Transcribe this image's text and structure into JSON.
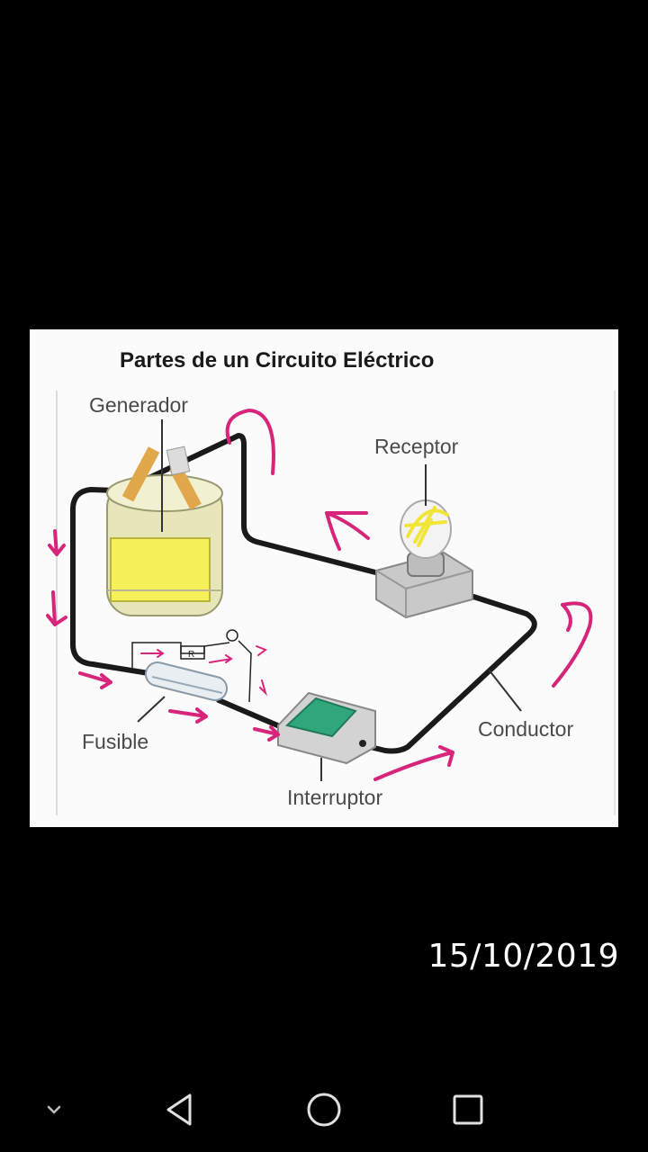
{
  "diagram": {
    "title": "Partes de un Circuito Eléctrico",
    "labels": {
      "generator": "Generador",
      "receiver": "Receptor",
      "fuse": "Fusible",
      "switch": "Interruptor",
      "conductor": "Conductor",
      "resistor_mark": "R"
    }
  },
  "date_stamp": "15/10/2019",
  "navbar": {
    "icons": [
      "chevron-down-icon",
      "back-triangle-icon",
      "home-circle-icon",
      "recents-square-icon"
    ]
  },
  "colors": {
    "background": "#000000",
    "annotation": "#d6257a",
    "highlight": "#f2e53a",
    "switch": "#2fa77b"
  }
}
